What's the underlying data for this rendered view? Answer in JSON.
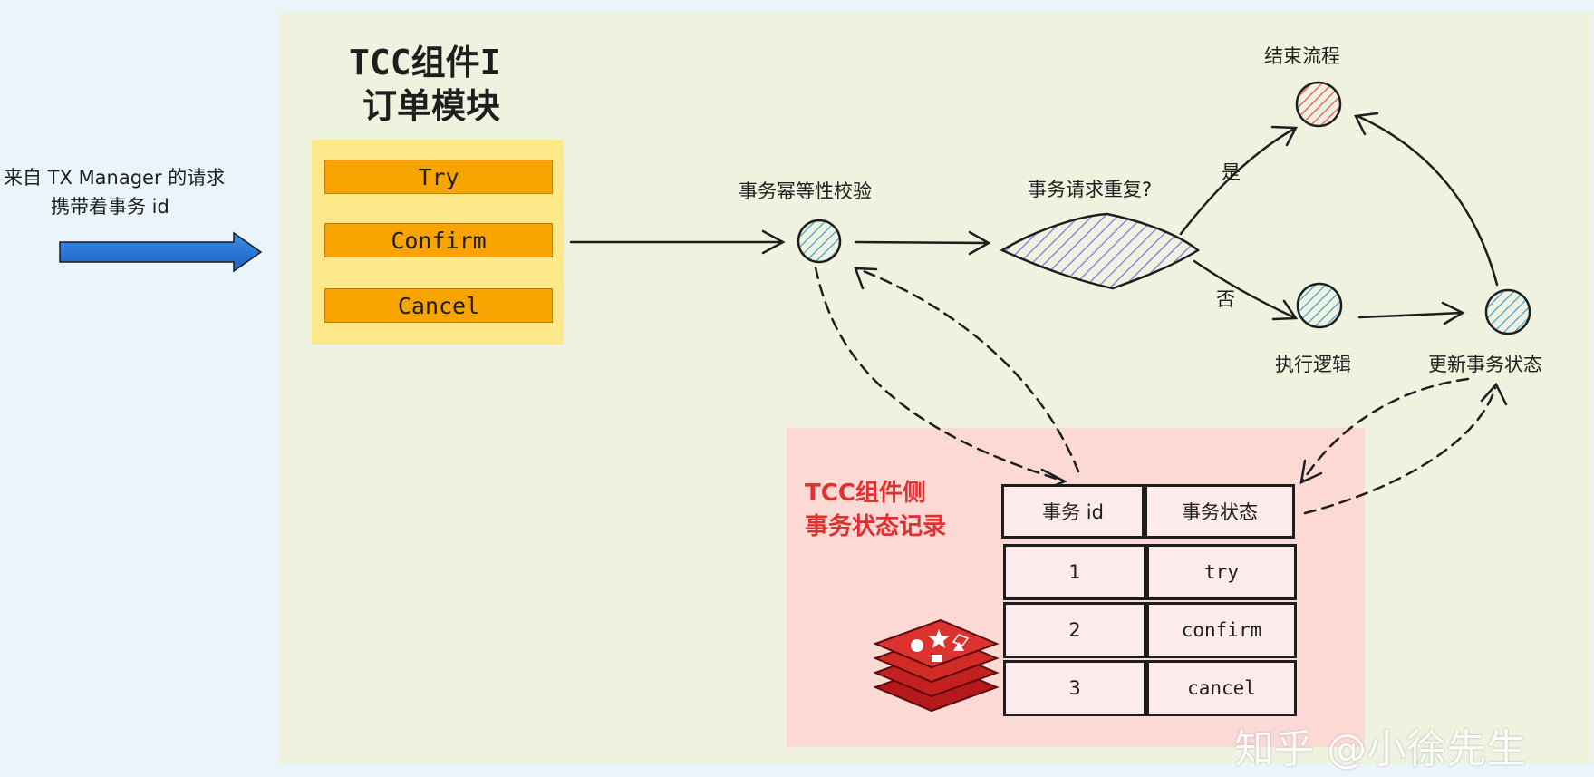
{
  "component_title": {
    "line1": "TCC组件I",
    "line2": "订单模块"
  },
  "incoming_request": {
    "line1": "来自 TX Manager 的请求",
    "line2": "携带着事务 id"
  },
  "operations": [
    "Try",
    "Confirm",
    "Cancel"
  ],
  "nodes": {
    "idempotency_check": "事务幂等性校验",
    "duplicate_decision": "事务请求重复?",
    "end_flow": "结束流程",
    "execute_logic": "执行逻辑",
    "update_state": "更新事务状态"
  },
  "edges": {
    "yes": "是",
    "no": "否"
  },
  "state_record": {
    "title_line1": "TCC组件侧",
    "title_line2": "事务状态记录",
    "headers": [
      "事务 id",
      "事务状态"
    ],
    "rows": [
      [
        "1",
        "try"
      ],
      [
        "2",
        "confirm"
      ],
      [
        "3",
        "cancel"
      ]
    ]
  },
  "watermark": "知乎 @小徐先生",
  "colors": {
    "panel_bg": "#eef2df",
    "ops_bg": "#fde98a",
    "op_bar": "#f7a300",
    "state_bg": "#fdd9d5",
    "accent_red": "#e03131",
    "node_blue": "#4a9fd6",
    "decision_purple": "#8b6ce0",
    "arrow_blue": "#1f6fe0"
  }
}
